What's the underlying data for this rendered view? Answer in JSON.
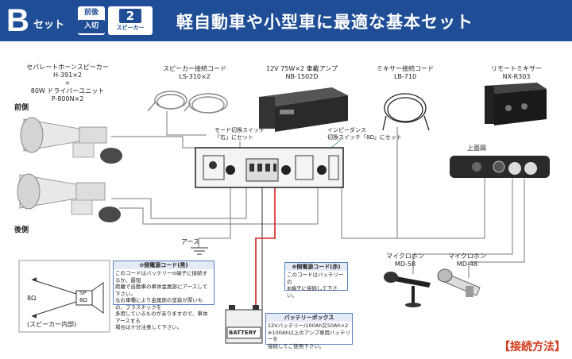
{
  "header": {
    "letter": "B",
    "set": "セット",
    "badge_top": "前後",
    "badge_bottom": "入切",
    "badge_num": "2",
    "badge_sub": "スピーカー",
    "title": "軽自動車や小型車に最適な基本セット"
  },
  "speakers": {
    "label_1": "セパレートホーンスピーカー",
    "label_2": "H-391×2",
    "label_3": "+",
    "label_4": "80W ドライバーユニット",
    "label_5": "P-800N×2",
    "front": "前側",
    "rear": "後側"
  },
  "cord": {
    "name": "スピーカー接続コード",
    "model": "LS-310×2"
  },
  "amp": {
    "name": "12V 75W×2 車載アンプ",
    "model": "NB-1502D"
  },
  "mixer_cord": {
    "name": "ミキサー接続コード",
    "model": "LB-710"
  },
  "mixer": {
    "name": "リモートミキサー",
    "model": "NX-R303",
    "top_view": "上面図"
  },
  "mode_note": {
    "line1": "モード切換スイッチ",
    "line2": "「右」にセット"
  },
  "imp_note": {
    "line1": "インピーダンス",
    "line2": "切換スイッチ「8Ω」にセット"
  },
  "ground": "アース",
  "minus_box": {
    "head": "⊖側電源コード(黒)",
    "l1": "このコードはバッテリー⊖端子に接続するか、最短",
    "l2": "距離で自動車の車体金属部にアースして下さい。",
    "l3": "なお車種により金属部の塗装が厚いもの、プラスチックを",
    "l4": "多用しているものがありますので、車体アースする",
    "l5": "場合は十分注意して下さい。"
  },
  "plus_box": {
    "head": "⊕側電源コード(赤)",
    "l1": "このコードはバッテリーの",
    "l2": "⊕端子に接続して下さい。"
  },
  "battery": {
    "head": "バッテリーボックス",
    "label": "BATTERY",
    "l1": "12Vバッテリー/100Ah又50Ah×2",
    "l2": "※100Ah以上のアンプ専用バッテリーを",
    "l3": "接続してご使用下さい。"
  },
  "mic1": {
    "name": "マイクロホン",
    "model": "MD-58"
  },
  "mic2": {
    "name": "マイクロホン",
    "model": "MD-48"
  },
  "inset": {
    "ohm": "8Ω",
    "sp": "SP",
    "ohm_in": "8Ω",
    "caption": "(スピーカー内部)"
  },
  "connection_method": "【接続方法】",
  "colors": {
    "header": "#1f4e97",
    "accent": "#d23a1b",
    "note_border": "#5a7fc0",
    "plus_wire": "#d42020"
  }
}
